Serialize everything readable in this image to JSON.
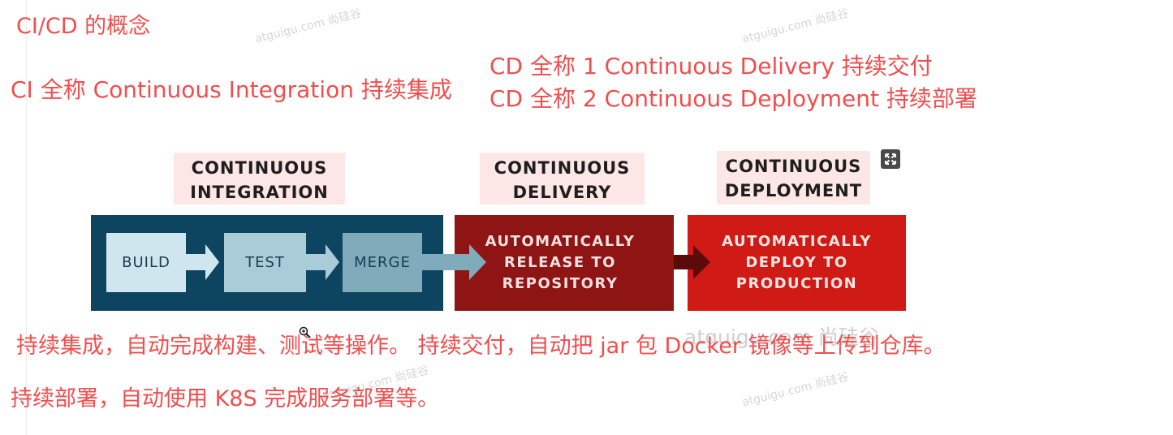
{
  "notes": {
    "title": "CI/CD 的概念",
    "ci_line": "CI 全称 Continuous Integration 持续集成",
    "cd_line_1": "CD 全称 1 Continuous Delivery 持续交付",
    "cd_line_2": "CD 全称 2 Continuous Deployment 持续部署",
    "summary_line_1": "持续集成，自动完成构建、测试等操作。 持续交付，自动把 jar 包 Docker 镜像等上传到仓库。",
    "summary_line_2": "持续部署，自动使用 K8S 完成服务部署等。"
  },
  "watermarks": {
    "small": "atguigu.com 尚硅谷",
    "large": "atguigu.com 尚硅谷"
  },
  "diagram": {
    "ci_label": [
      "CONTINUOUS",
      "INTEGRATION"
    ],
    "cd_label": [
      "CONTINUOUS",
      "DELIVERY"
    ],
    "deploy_label": [
      "CONTINUOUS",
      "DEPLOYMENT"
    ],
    "steps": [
      "BUILD",
      "TEST",
      "MERGE"
    ],
    "delivery_text": [
      "AUTOMATICALLY",
      "RELEASE TO",
      "REPOSITORY"
    ],
    "deploy_text": [
      "AUTOMATICALLY",
      "DEPLOY TO",
      "PRODUCTION"
    ]
  },
  "colors": {
    "note_text": "#f24d4d",
    "ci_band": "#0d4561",
    "cd_band": "#8f1414",
    "deploy_band": "#cf1a15",
    "label_bg": "#fde7e6"
  },
  "icons": {
    "expand": "expand-icon",
    "zoom": "zoom-in-icon"
  }
}
